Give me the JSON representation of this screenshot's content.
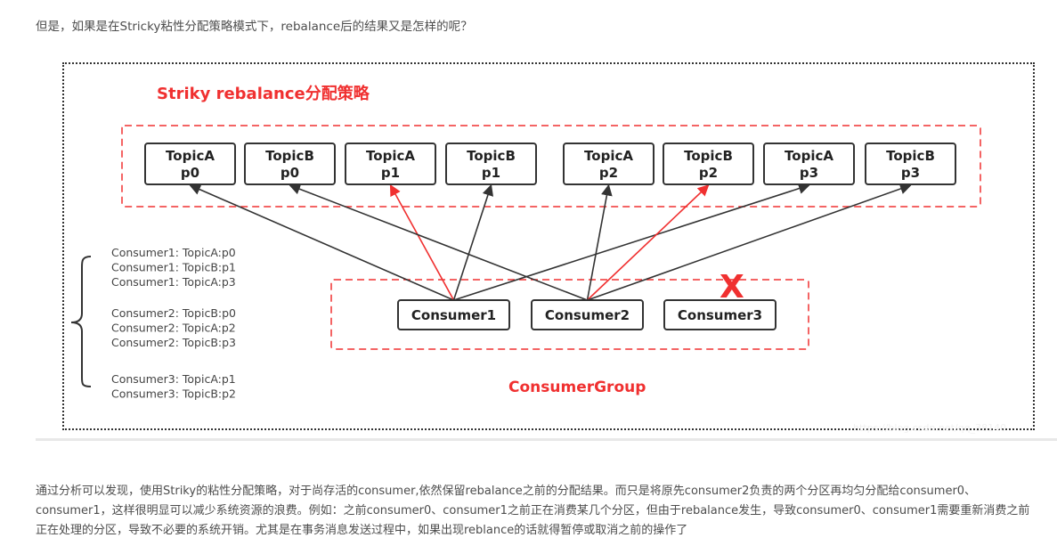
{
  "intro_text": "但是，如果是在Stricky粘性分配策略模式下，rebalance后的结果又是怎样的呢？",
  "diagram": {
    "title": "Striky rebalance分配策略",
    "group_label": "ConsumerGroup",
    "removed_mark": "X",
    "partitions": [
      {
        "id": "A0",
        "line1": "TopicA",
        "line2": "p0"
      },
      {
        "id": "B0",
        "line1": "TopicB",
        "line2": "p0"
      },
      {
        "id": "A1",
        "line1": "TopicA",
        "line2": "p1"
      },
      {
        "id": "B1",
        "line1": "TopicB",
        "line2": "p1"
      },
      {
        "id": "A2",
        "line1": "TopicA",
        "line2": "p2"
      },
      {
        "id": "B2",
        "line1": "TopicB",
        "line2": "p2"
      },
      {
        "id": "A3",
        "line1": "TopicA",
        "line2": "p3"
      },
      {
        "id": "B3",
        "line1": "TopicB",
        "line2": "p3"
      }
    ],
    "consumers": [
      {
        "id": "C1",
        "label": "Consumer1"
      },
      {
        "id": "C2",
        "label": "Consumer2"
      },
      {
        "id": "C3",
        "label": "Consumer3"
      }
    ],
    "edges": [
      {
        "from": "C1",
        "to": "A0",
        "color": "#333333"
      },
      {
        "from": "C1",
        "to": "A1",
        "color": "#f03030"
      },
      {
        "from": "C1",
        "to": "B1",
        "color": "#333333"
      },
      {
        "from": "C1",
        "to": "A3",
        "color": "#333333"
      },
      {
        "from": "C2",
        "to": "B0",
        "color": "#333333"
      },
      {
        "from": "C2",
        "to": "A2",
        "color": "#333333"
      },
      {
        "from": "C2",
        "to": "B2",
        "color": "#f03030"
      },
      {
        "from": "C2",
        "to": "B3",
        "color": "#333333"
      }
    ],
    "mapping_groups": [
      [
        "Consumer1:  TopicA:p0",
        "Consumer1:  TopicB:p1",
        "Consumer1:  TopicA:p3"
      ],
      [
        "Consumer2:  TopicB:p0",
        "Consumer2:  TopicA:p2",
        "Consumer2:  TopicB:p3"
      ],
      [
        "Consumer3:  TopicA:p1",
        "Consumer3:  TopicB:p2"
      ]
    ],
    "colors": {
      "accent_red": "#f03030",
      "dark": "#333333"
    }
  },
  "conclusion_text": "通过分析可以发现，使用Striky的粘性分配策略，对于尚存活的consumer,依然保留rebalance之前的分配结果。而只是将原先consumer2负责的两个分区再均匀分配给consumer0、consumer1，这样很明显可以减少系统资源的浪费。例如：之前consumer0、consumer1之前正在消费某几个分区，但由于rebalance发生，导致consumer0、consumer1需要重新消费之前正在处理的分区，导致不必要的系统开销。尤其是在事务消息发送过程中，如果出现reblance的话就得暂停或取消之前的操作了"
}
